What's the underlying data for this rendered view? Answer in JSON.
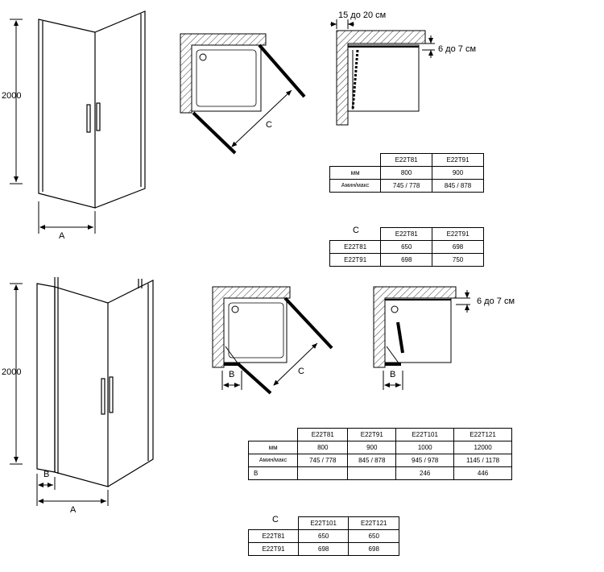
{
  "top": {
    "height_label": "2000",
    "width_label": "A",
    "diag_label": "C",
    "offset_h_label": "15 до 20 см",
    "offset_v_label": "6 до 7 см",
    "table1": {
      "headers": [
        "",
        "E22T81",
        "E22T91"
      ],
      "rows": [
        [
          "мм",
          "800",
          "900"
        ],
        [
          "Амин/макс",
          "745 / 778",
          "845 / 878"
        ]
      ]
    },
    "table2": {
      "title": "C",
      "headers": [
        "",
        "E22T81",
        "E22T91"
      ],
      "rows": [
        [
          "E22T81",
          "650",
          "698"
        ],
        [
          "E22T91",
          "698",
          "750"
        ]
      ]
    }
  },
  "bottom": {
    "height_label": "2000",
    "width_label": "A",
    "b_label": "B",
    "diag_label": "C",
    "plan_b_label": "B",
    "plan2_b_label": "B",
    "offset_v_label": "6 до 7 см",
    "table3": {
      "headers": [
        "",
        "E22T81",
        "E22T91",
        "E22T101",
        "E22T121"
      ],
      "rows": [
        [
          "мм",
          "800",
          "900",
          "1000",
          "12000"
        ],
        [
          "Амин/макс",
          "745 / 778",
          "845 / 878",
          "945 / 978",
          "1145 / 1178"
        ],
        [
          "B",
          "",
          "",
          "246",
          "446"
        ]
      ]
    },
    "table4": {
      "title": "C",
      "headers": [
        "",
        "E22T101",
        "E22T121"
      ],
      "rows": [
        [
          "E22T81",
          "650",
          "650"
        ],
        [
          "E22T91",
          "698",
          "698"
        ]
      ]
    }
  }
}
